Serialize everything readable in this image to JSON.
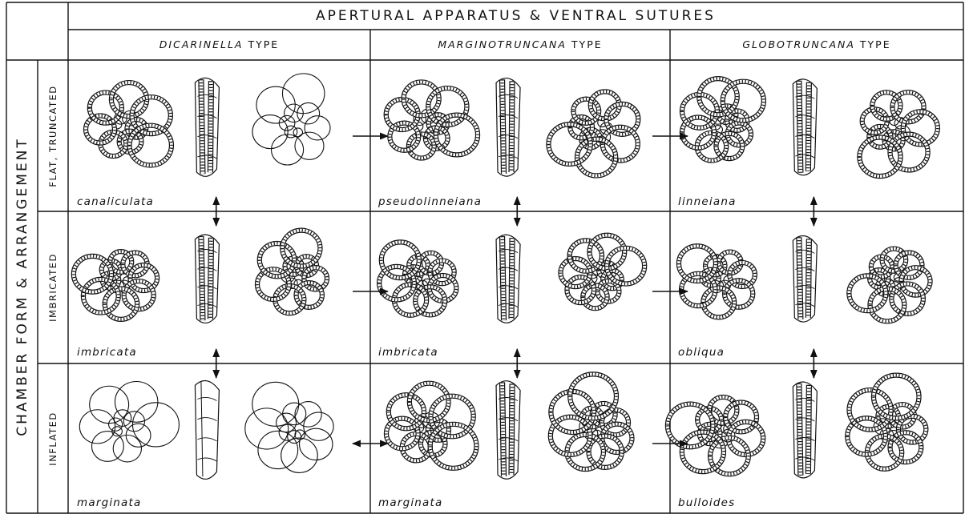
{
  "header": {
    "title": "APERTURAL APPARATUS & VENTRAL SUTURES",
    "columns": [
      {
        "genus": "DICARINELLA",
        "suffix": "TYPE"
      },
      {
        "genus": "MARGINOTRUNCANA",
        "suffix": "TYPE"
      },
      {
        "genus": "GLOBOTRUNCANA",
        "suffix": "TYPE"
      }
    ]
  },
  "side": {
    "title": "CHAMBER FORM & ARRANGEMENT",
    "rows": [
      "FLAT, TRUNCATED",
      "IMBRICATED",
      "INFLATED"
    ]
  },
  "cells": [
    [
      "canaliculata",
      "pseudolinneiana",
      "linneiana"
    ],
    [
      "imbricata",
      "imbricata",
      "obliqua"
    ],
    [
      "marginata",
      "marginata",
      "bulloides"
    ]
  ],
  "arrows": {
    "horizontal": [
      {
        "row": 0,
        "from_col": 0,
        "to_col": 1,
        "type": "single"
      },
      {
        "row": 0,
        "from_col": 1,
        "to_col": 2,
        "type": "single"
      },
      {
        "row": 1,
        "from_col": 0,
        "to_col": 1,
        "type": "single"
      },
      {
        "row": 1,
        "from_col": 1,
        "to_col": 2,
        "type": "single"
      },
      {
        "row": 2,
        "from_col": 0,
        "to_col": 1,
        "type": "double"
      },
      {
        "row": 2,
        "from_col": 1,
        "to_col": 2,
        "type": "single"
      }
    ],
    "vertical": [
      {
        "col": 0,
        "between_rows": [
          0,
          1
        ]
      },
      {
        "col": 1,
        "between_rows": [
          0,
          1
        ]
      },
      {
        "col": 2,
        "between_rows": [
          0,
          1
        ]
      },
      {
        "col": 0,
        "between_rows": [
          1,
          2
        ]
      },
      {
        "col": 1,
        "between_rows": [
          1,
          2
        ]
      },
      {
        "col": 2,
        "between_rows": [
          1,
          2
        ]
      }
    ]
  }
}
